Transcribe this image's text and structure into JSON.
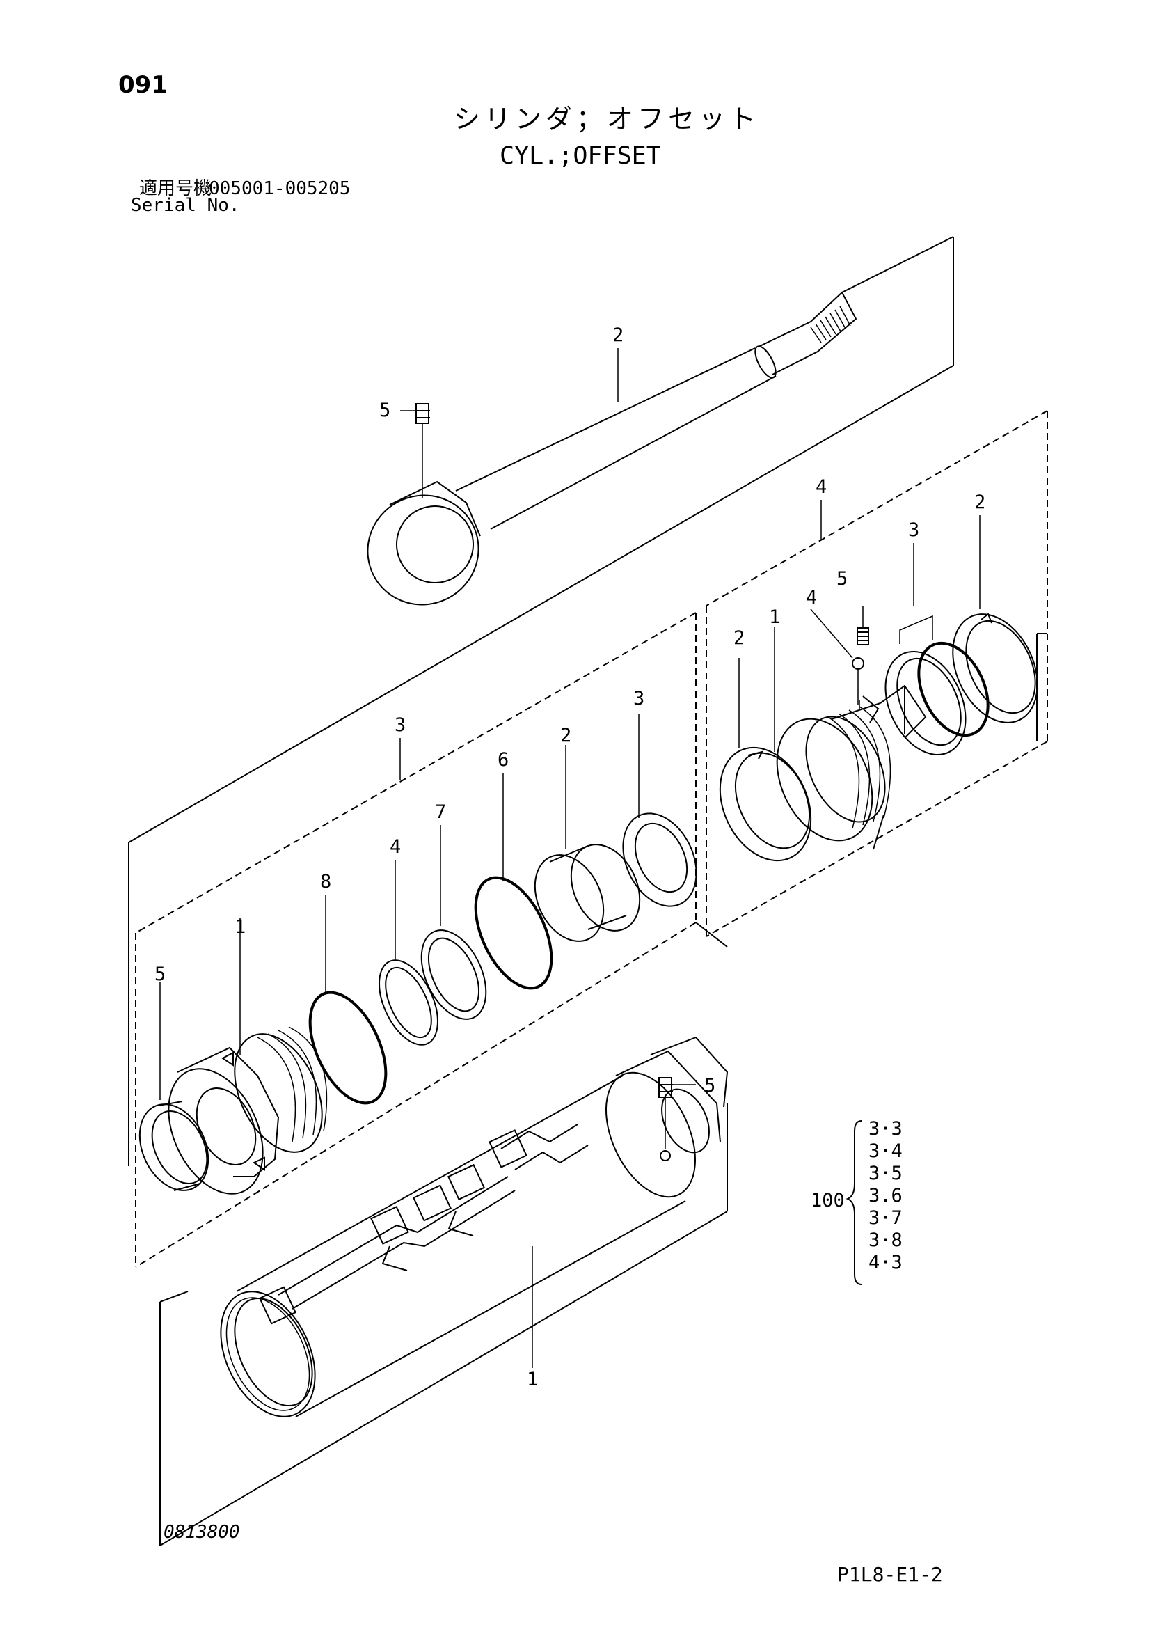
{
  "header": {
    "page_number": "091",
    "title_jp": "シリンダ；オフセット",
    "title_en": "CYL.;OFFSET",
    "serial_label_jp": "適用号機",
    "serial_range": "005001-005205",
    "serial_label_en": "Serial No."
  },
  "callouts": {
    "rod_2": "2",
    "rod_grease_5": "5",
    "piston_group_4": "4",
    "piston_ring_2_right": "2",
    "piston_seal_3": "3",
    "piston_grease_5": "5",
    "piston_ball_4": "4",
    "piston_1": "1",
    "piston_ring_2_left": "2",
    "head_group_3": "3",
    "head_wiper_3": "3",
    "head_bushing_2": "2",
    "head_oring_6": "6",
    "head_backup_7": "7",
    "head_ring_4": "4",
    "head_oring_8": "8",
    "head_body_1": "1",
    "head_dust_5": "5",
    "tube_grease_5": "5",
    "tube_1": "1"
  },
  "kit": {
    "number": "100",
    "items": [
      "3·3",
      "3·4",
      "3·5",
      "3.6",
      "3·7",
      "3·8",
      "4·3"
    ]
  },
  "footer": {
    "drawing_number": "0813800",
    "page_code": "P1L8-E1-2"
  }
}
